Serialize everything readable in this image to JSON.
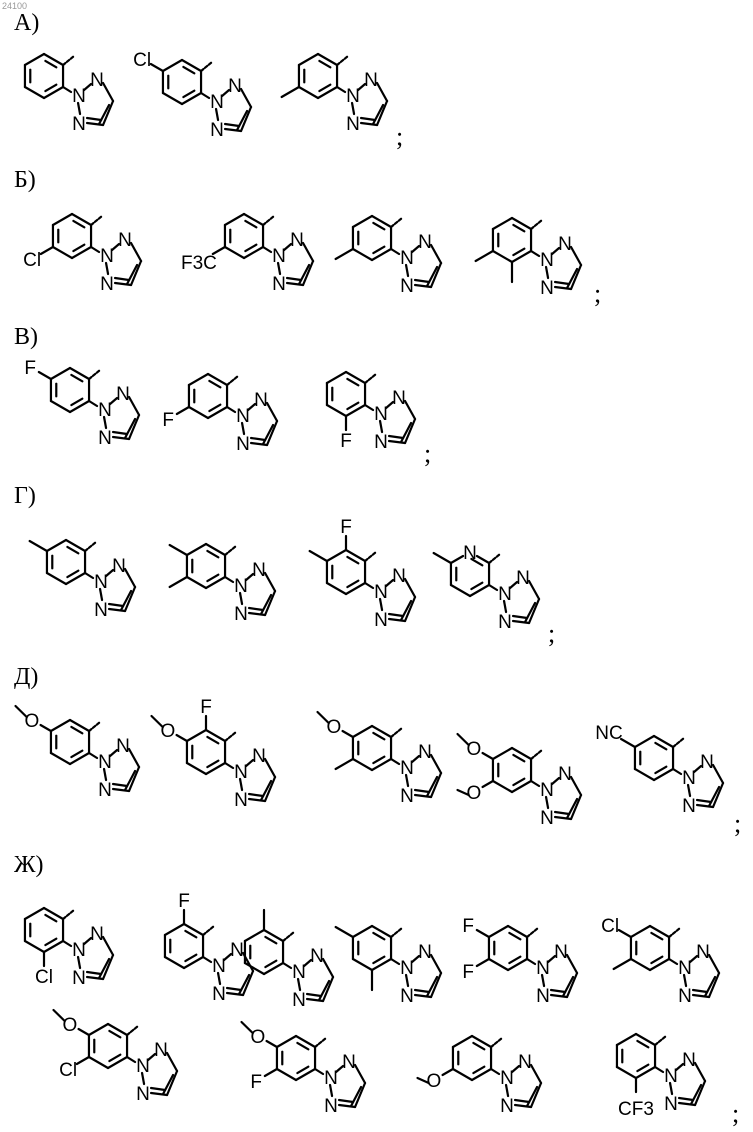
{
  "document_number": "24100",
  "separator": ";",
  "groups": [
    {
      "label": "А)"
    },
    {
      "label": "Б)"
    },
    {
      "label": "В)"
    },
    {
      "label": "Г)"
    },
    {
      "label": "Д)"
    },
    {
      "label": "Ж)"
    }
  ],
  "structures": [
    {
      "group": 0,
      "subs": []
    },
    {
      "group": 0,
      "subs": [
        "Cl"
      ]
    },
    {
      "group": 0,
      "subs": [
        "CH3"
      ]
    },
    {
      "group": 1,
      "subs": [
        "Cl"
      ]
    },
    {
      "group": 1,
      "subs": [
        "CF3"
      ]
    },
    {
      "group": 1,
      "subs": [
        "CH3"
      ]
    },
    {
      "group": 1,
      "subs": [
        "CH3",
        "CH3"
      ]
    },
    {
      "group": 2,
      "subs": [
        "F"
      ]
    },
    {
      "group": 2,
      "subs": [
        "F"
      ]
    },
    {
      "group": 2,
      "subs": [
        "F"
      ]
    },
    {
      "group": 3,
      "subs": [
        "CH3"
      ]
    },
    {
      "group": 3,
      "subs": [
        "CH3",
        "CH3"
      ]
    },
    {
      "group": 3,
      "subs": [
        "F",
        "CH3"
      ]
    },
    {
      "group": 3,
      "subs": [
        "N",
        "CH3"
      ]
    },
    {
      "group": 4,
      "subs": [
        "OCH3"
      ]
    },
    {
      "group": 4,
      "subs": [
        "OCH3",
        "F"
      ]
    },
    {
      "group": 4,
      "subs": [
        "OCH3",
        "CH3"
      ]
    },
    {
      "group": 4,
      "subs": [
        "OCH3",
        "OCH3"
      ]
    },
    {
      "group": 4,
      "subs": [
        "CN"
      ]
    },
    {
      "group": 5,
      "subs": [
        "Cl"
      ]
    },
    {
      "group": 5,
      "subs": [
        "F"
      ]
    },
    {
      "group": 5,
      "subs": [
        "CH3"
      ]
    },
    {
      "group": 5,
      "subs": [
        "CH3",
        "CH3"
      ]
    },
    {
      "group": 5,
      "subs": [
        "F",
        "F"
      ]
    },
    {
      "group": 5,
      "subs": [
        "Cl",
        "CH3"
      ]
    },
    {
      "group": 5,
      "subs": [
        "OCH3",
        "Cl"
      ]
    },
    {
      "group": 5,
      "subs": [
        "OCH3",
        "F"
      ]
    },
    {
      "group": 5,
      "subs": [
        "OCH3"
      ]
    },
    {
      "group": 5,
      "subs": [
        "CF3"
      ]
    }
  ],
  "atom_labels": {
    "N": "N",
    "Cl": "Cl",
    "F": "F",
    "CF3": "CF3",
    "F3C": "F3C",
    "NC": "NC"
  }
}
